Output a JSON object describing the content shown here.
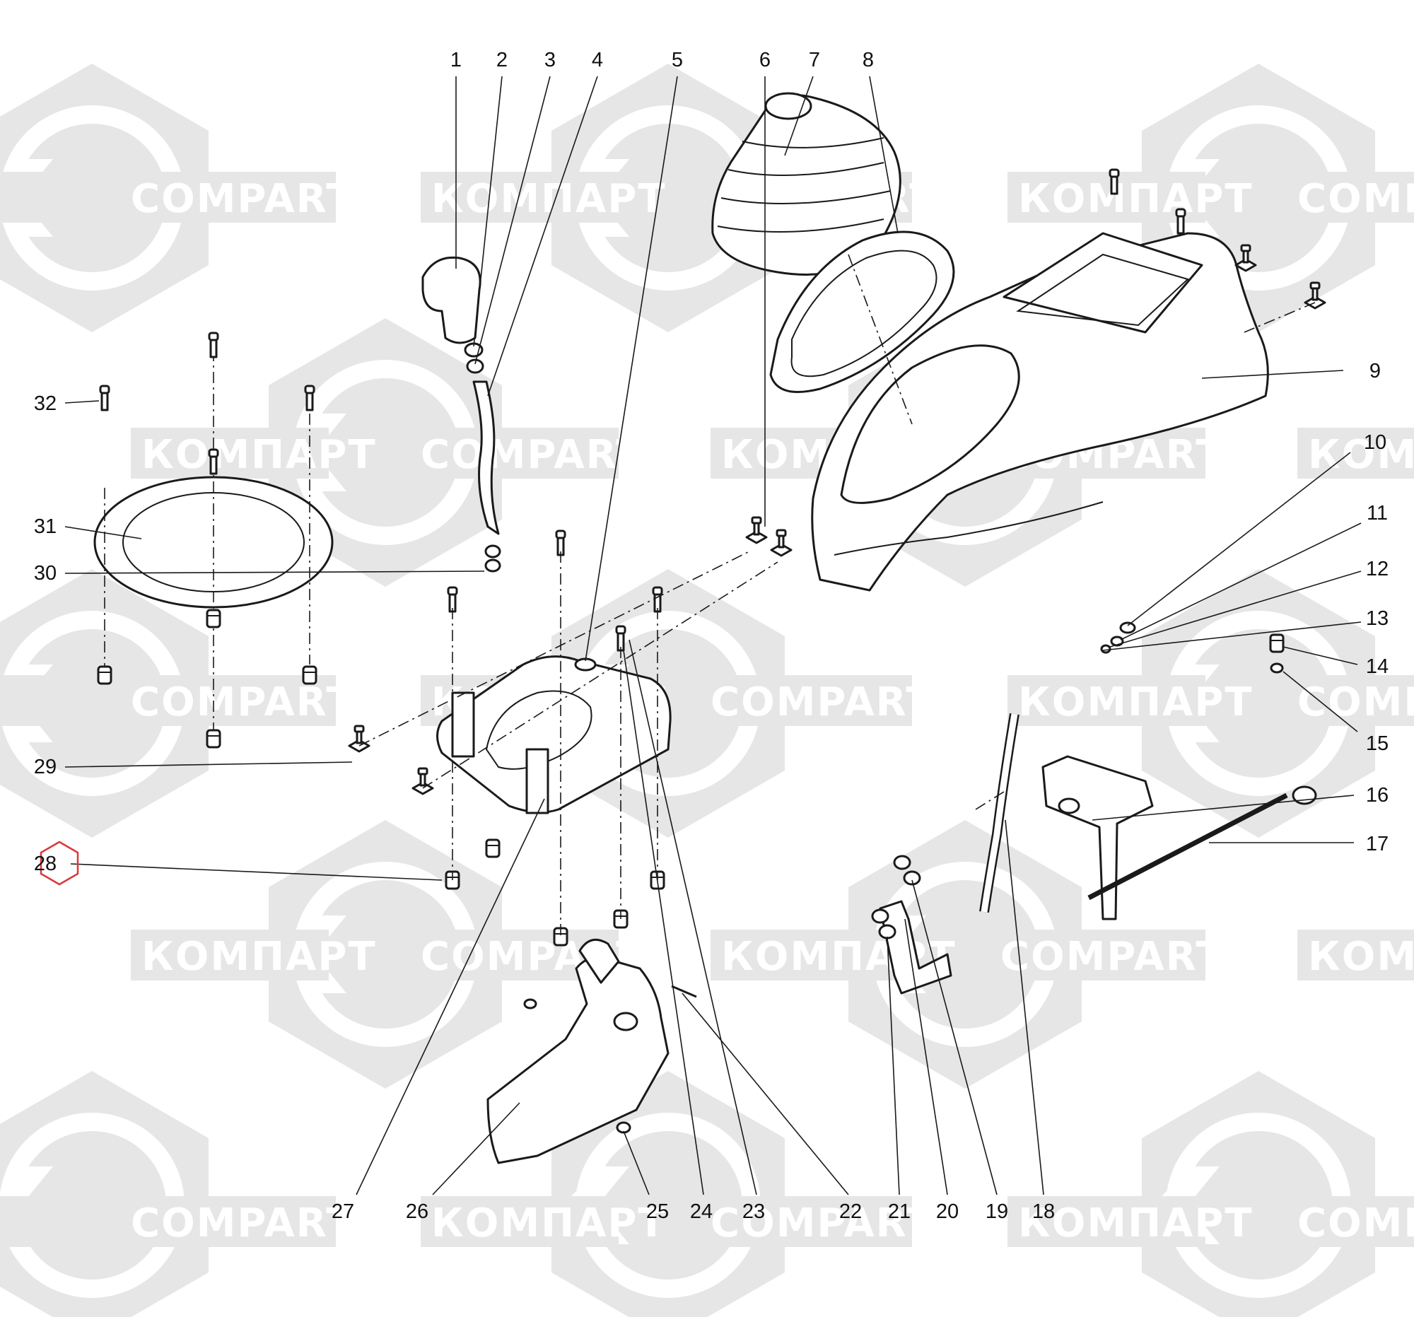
{
  "watermarks": {
    "latin": "COMPART",
    "cyrillic": "КОМПАРТ"
  },
  "colors": {
    "background": "#ffffff",
    "watermark_shape": "#e6e6e6",
    "watermark_text": "#ffffff",
    "line": "#1a1a1a",
    "highlight": "#d83a3a"
  },
  "highlighted_callout": "28",
  "callouts": [
    {
      "id": "c1",
      "text": "1"
    },
    {
      "id": "c2",
      "text": "2"
    },
    {
      "id": "c3",
      "text": "3"
    },
    {
      "id": "c4",
      "text": "4"
    },
    {
      "id": "c5",
      "text": "5"
    },
    {
      "id": "c6",
      "text": "6"
    },
    {
      "id": "c7",
      "text": "7"
    },
    {
      "id": "c8",
      "text": "8"
    },
    {
      "id": "c9",
      "text": "9"
    },
    {
      "id": "c10",
      "text": "10"
    },
    {
      "id": "c11",
      "text": "11"
    },
    {
      "id": "c12",
      "text": "12"
    },
    {
      "id": "c13",
      "text": "13"
    },
    {
      "id": "c14",
      "text": "14"
    },
    {
      "id": "c15",
      "text": "15"
    },
    {
      "id": "c16",
      "text": "16"
    },
    {
      "id": "c17",
      "text": "17"
    },
    {
      "id": "c18",
      "text": "18"
    },
    {
      "id": "c19",
      "text": "19"
    },
    {
      "id": "c20",
      "text": "20"
    },
    {
      "id": "c21",
      "text": "21"
    },
    {
      "id": "c22",
      "text": "22"
    },
    {
      "id": "c23",
      "text": "23"
    },
    {
      "id": "c24",
      "text": "24"
    },
    {
      "id": "c25",
      "text": "25"
    },
    {
      "id": "c26",
      "text": "26"
    },
    {
      "id": "c27",
      "text": "27"
    },
    {
      "id": "c28",
      "text": "28"
    },
    {
      "id": "c29",
      "text": "29"
    },
    {
      "id": "c30",
      "text": "30"
    },
    {
      "id": "c31",
      "text": "31"
    },
    {
      "id": "c32",
      "text": "32"
    }
  ]
}
